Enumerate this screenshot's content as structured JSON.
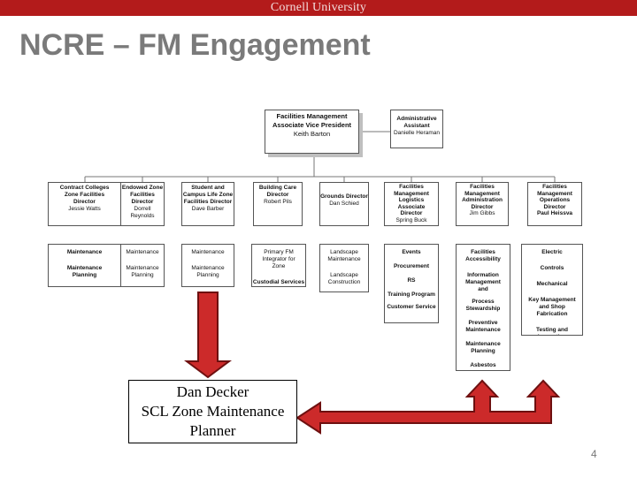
{
  "header": {
    "institution": "Cornell University"
  },
  "slide": {
    "title": "NCRE – FM Engagement",
    "page_number": "4"
  },
  "org_chart": {
    "vp": [
      "Facilities Management",
      "Associate Vice President",
      "Keith Barton"
    ],
    "assistant": [
      "Administrative",
      "Assistant",
      "Danielle Heraman"
    ],
    "directors": [
      {
        "lines": [
          "Contract Colleges",
          "Zone Facilities",
          "Director",
          "Jessie Watts"
        ],
        "sub": [
          "Maintenance",
          "Maintenance Planning"
        ]
      },
      {
        "lines": [
          "Endowed Zone",
          "Facilities Director",
          "Dorrell Reynolds"
        ],
        "sub": [
          "Maintenance",
          "Maintenance Planning"
        ]
      },
      {
        "lines": [
          "Student and",
          "Campus Life Zone",
          "Facilities Director",
          "Dave Barber"
        ],
        "sub": [
          "Maintenance",
          "Maintenance Planning"
        ]
      },
      {
        "lines": [
          "Building Care",
          "Director",
          "Robert Pils"
        ],
        "sub": [
          "Primary FM Integrator for Zone",
          "Custodial Services"
        ]
      },
      {
        "lines": [
          "Grounds Director",
          "Dan Schied"
        ],
        "sub": [
          "Landscape Maintenance",
          "Landscape Construction"
        ]
      },
      {
        "lines": [
          "Facilities",
          "Management",
          "Logistics Associate",
          "Director",
          "Spring Buck"
        ],
        "sub": [
          "Events",
          "Procurement",
          "RS",
          "Training Program",
          "Customer Service"
        ]
      },
      {
        "lines": [
          "Facilities",
          "Management",
          "Administration",
          "Director",
          "Jim Gibbs"
        ],
        "sub": [
          "Facilities Accessibility",
          "Information Management and",
          "Process Stewardship",
          "Preventive Maintenance",
          "Maintenance Planning",
          "Asbestos"
        ]
      },
      {
        "lines": [
          "Facilities",
          "Management",
          "Operations",
          "Director",
          "Paul Heissva"
        ],
        "sub": [
          "Electric",
          "Controls",
          "Mechanical",
          "Key Management and Shop Fabrication",
          "Testing and Inspection"
        ]
      }
    ]
  },
  "callout": {
    "lines": [
      "Dan Decker",
      "SCL Zone Maintenance",
      "Planner"
    ]
  },
  "colors": {
    "banner": "#b31b1b",
    "arrow_fill": "#cc2a2a",
    "arrow_stroke": "#6e1010"
  }
}
